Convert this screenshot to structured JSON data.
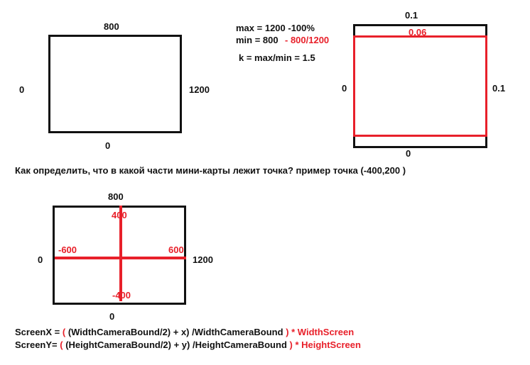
{
  "colors": {
    "ink": "#111111",
    "accent": "#e8202a"
  },
  "diagram1": {
    "top": "800",
    "left": "0",
    "right": "1200",
    "bottom": "0"
  },
  "notes": {
    "max_line": "max = 1200  -100%",
    "min_line": "min = 800",
    "min_ratio": "- 800/1200",
    "k_line": "k = max/min = 1.5"
  },
  "diagram2": {
    "top": "0.1",
    "inner_top": "0.06",
    "left": "0",
    "right": "0.1",
    "bottom": "0"
  },
  "question": "Как определить, что в какой части мини-карты лежит точка? пример точка (-400,200 )",
  "diagram3": {
    "top": "800",
    "left": "0",
    "right": "1200",
    "bottom": "0",
    "axis_top": "400",
    "axis_left": "-600",
    "axis_right": "600",
    "axis_bottom": "-400"
  },
  "formulas": {
    "x_black": "ScreenX = ",
    "x_red1": "( ",
    "x_mid": "(WidthCameraBound/2) + x) /WidthCameraBound ",
    "x_red2": ") * WidthScreen",
    "y_black": "ScreenY= ",
    "y_red1": "( ",
    "y_mid": "(HeightCameraBound/2) + y) /HeightCameraBound ",
    "y_red2": ") * HeightScreen"
  }
}
